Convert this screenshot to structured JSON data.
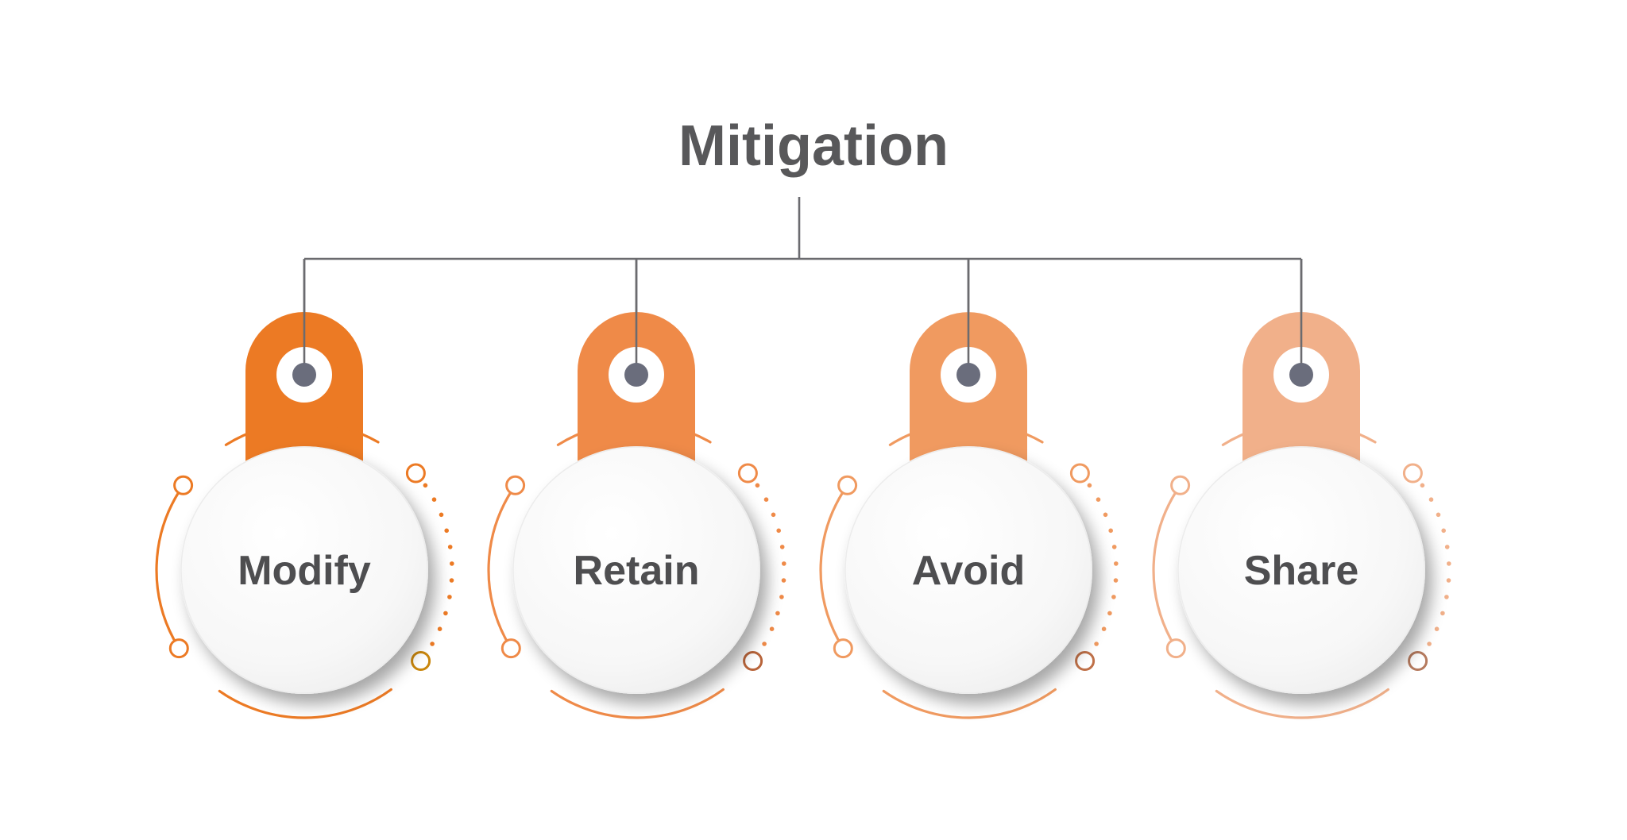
{
  "title": "Mitigation",
  "nodes": [
    {
      "label": "Modify",
      "color": "#ec7a24",
      "ring_end_color": "#c9860c"
    },
    {
      "label": "Retain",
      "color": "#ef8a48",
      "ring_end_color": "#b8643a"
    },
    {
      "label": "Avoid",
      "color": "#f09a60",
      "ring_end_color": "#bf7048"
    },
    {
      "label": "Share",
      "color": "#f1b08a",
      "ring_end_color": "#b57a5e"
    }
  ],
  "colors": {
    "connector": "#6b6b6f",
    "pin_dot": "#6a6d7c",
    "text": "#4e4e50",
    "background": "#ffffff"
  }
}
